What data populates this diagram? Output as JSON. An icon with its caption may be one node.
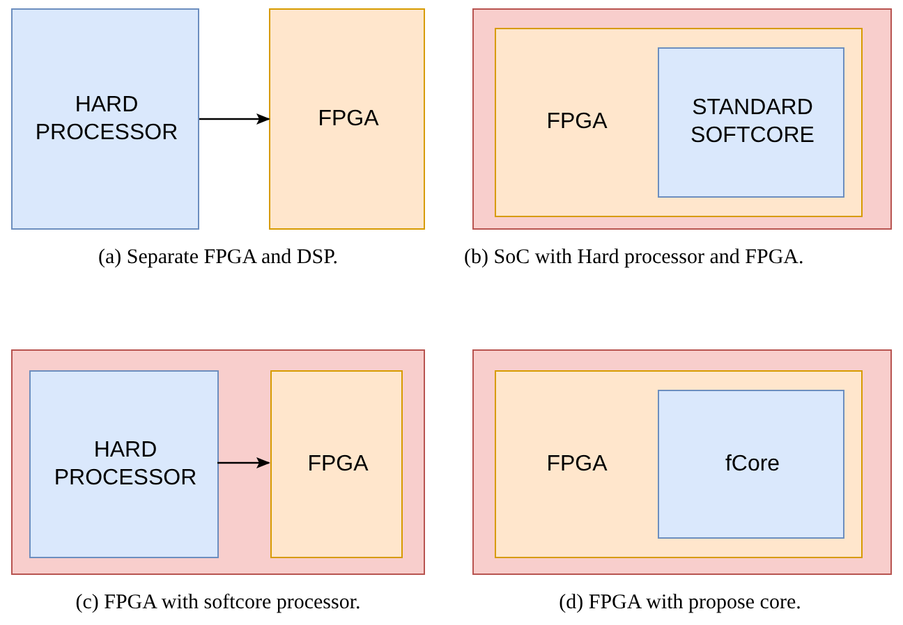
{
  "diagram": {
    "nodes": [
      {
        "text": [
          "HARD PROCESSOR"
        ]
      },
      {
        "text": [
          "FPGA"
        ]
      },
      {
        "text": [],
        "shape": "box"
      },
      {
        "text": [
          "FPGA"
        ],
        "in": 2
      },
      {
        "text": [
          "STANDARD SOFTCORE"
        ],
        "in": 3
      },
      {
        "text": [],
        "shape": "box"
      },
      {
        "text": [
          "HARD PROCESSOR"
        ],
        "in": 5
      },
      {
        "text": [
          "FPGA"
        ],
        "in": 5
      },
      {
        "text": [],
        "shape": "box"
      },
      {
        "text": [
          "FPGA"
        ],
        "in": 8
      },
      {
        "text": [
          "fCore"
        ],
        "in": 9
      }
    ],
    "edges": [
      {
        "from": 0,
        "to": 1,
        "arrow": "to"
      },
      {
        "from": 6,
        "to": 7,
        "arrow": "to"
      }
    ],
    "labels": [
      "(a) Separate FPGA and DSP.",
      "(b) SoC with Hard processor and FPGA.",
      "(c) FPGA with softcore processor.",
      "(d) FPGA with propose core."
    ]
  }
}
